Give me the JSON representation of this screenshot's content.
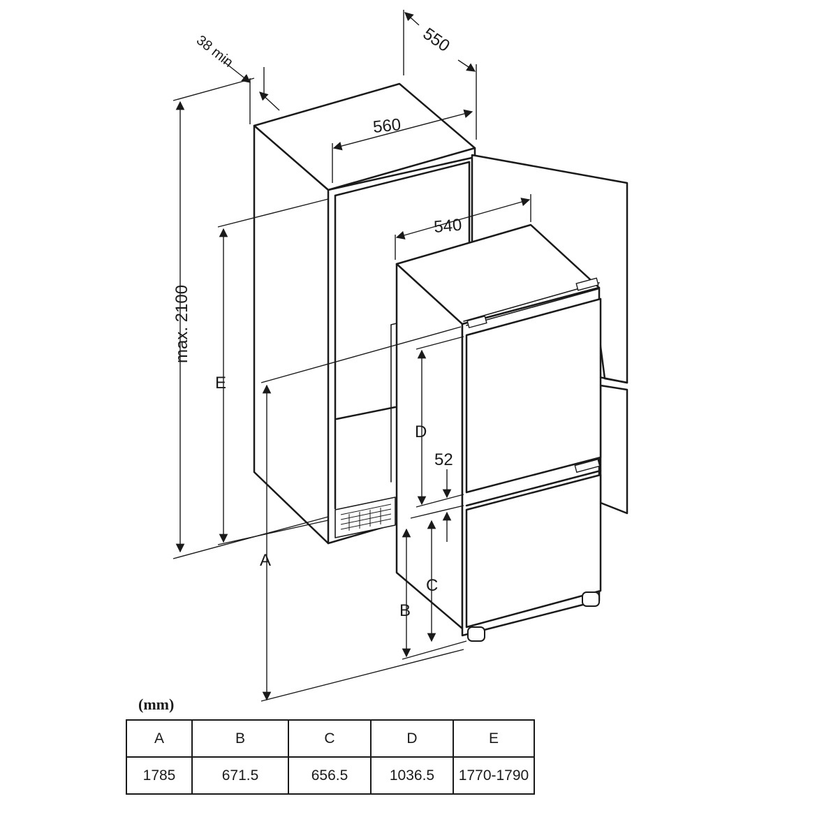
{
  "labels": {
    "gap": "38 min",
    "depth_cabinet": "550",
    "width_niche": "560",
    "width_appliance": "540",
    "height_max": "max. 2100",
    "gap_doors": "52",
    "A": "A",
    "B": "B",
    "C": "C",
    "D": "D",
    "E": "E"
  },
  "table": {
    "unit": "(mm)",
    "headers": [
      "A",
      "B",
      "C",
      "D",
      "E"
    ],
    "values": [
      "1785",
      "671.5",
      "656.5",
      "1036.5",
      "1770-1790"
    ]
  }
}
